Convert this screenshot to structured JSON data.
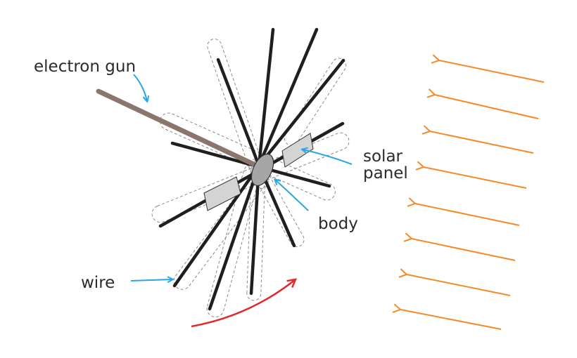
{
  "labels": {
    "electron_gun": "electron gun",
    "solar_panel_line1": "solar",
    "solar_panel_line2": "panel",
    "body": "body",
    "wire": "wire"
  },
  "colors": {
    "wire": "#1f1f1f",
    "electron_gun": "#8a766c",
    "pointer_arrow": "#2aa6e0",
    "sunlight_arrow": "#f58a2a",
    "rotation_arrow": "#e5262b",
    "sheath_outline": "#8a8a8a",
    "panel_fill": "#d4d4d4",
    "body_fill": "#a6a6a6"
  },
  "icons": {
    "sunlight": "left-pointing-arrow",
    "rotation": "curved-arrow-clockwise"
  }
}
